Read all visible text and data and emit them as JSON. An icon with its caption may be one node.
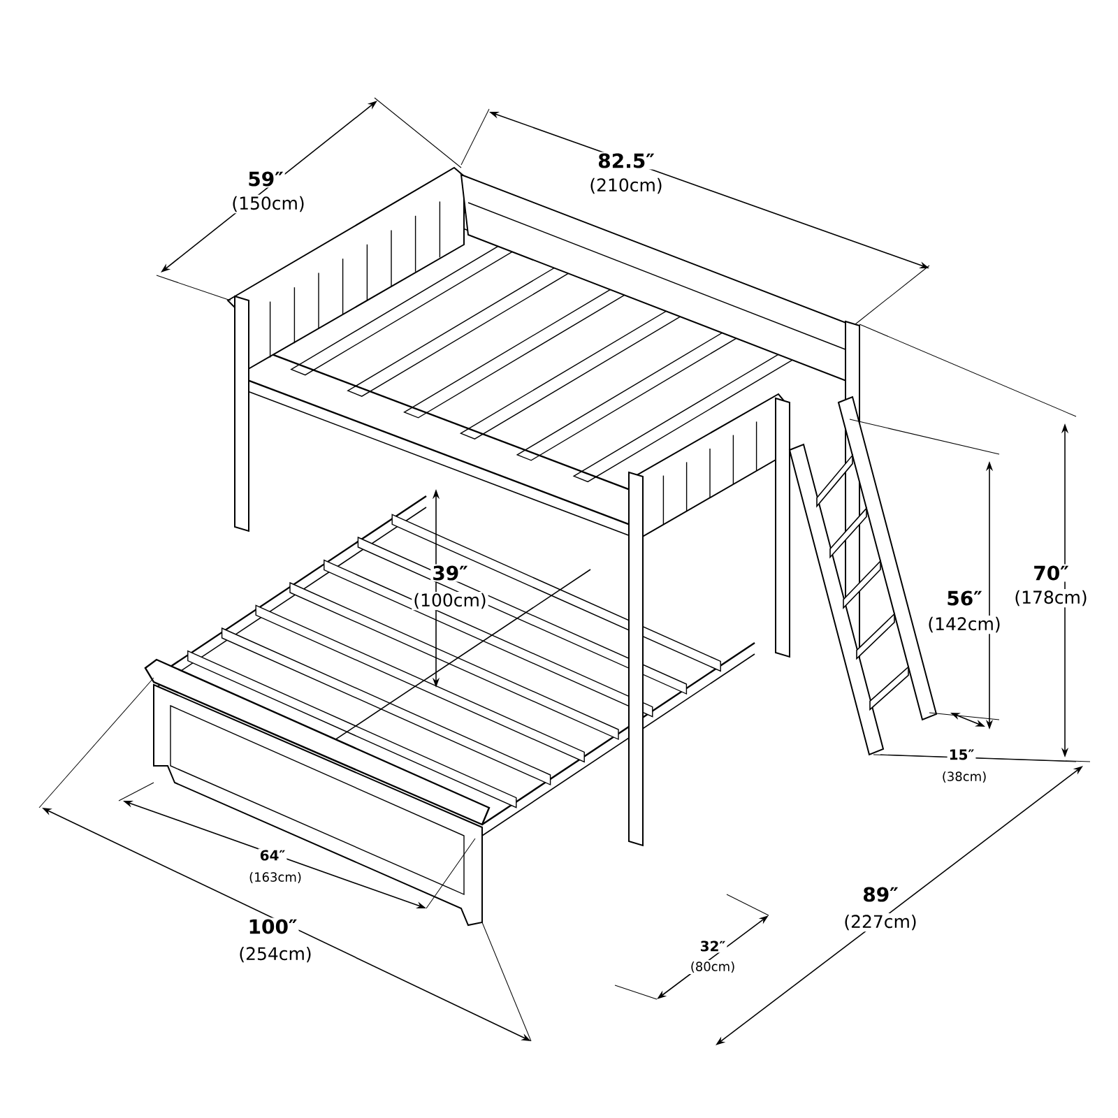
{
  "diagram": {
    "labels": [
      "59″",
      "(150cm)",
      "82.5″",
      "(210cm)",
      "70″",
      "(178cm)",
      "39″",
      "(100cm)",
      "56″",
      "(142cm)",
      "15″",
      "(38cm)",
      "64″",
      "(163cm)",
      "89″",
      "(227cm)",
      "100″",
      "(254cm)",
      "32″",
      "(80cm)"
    ]
  }
}
